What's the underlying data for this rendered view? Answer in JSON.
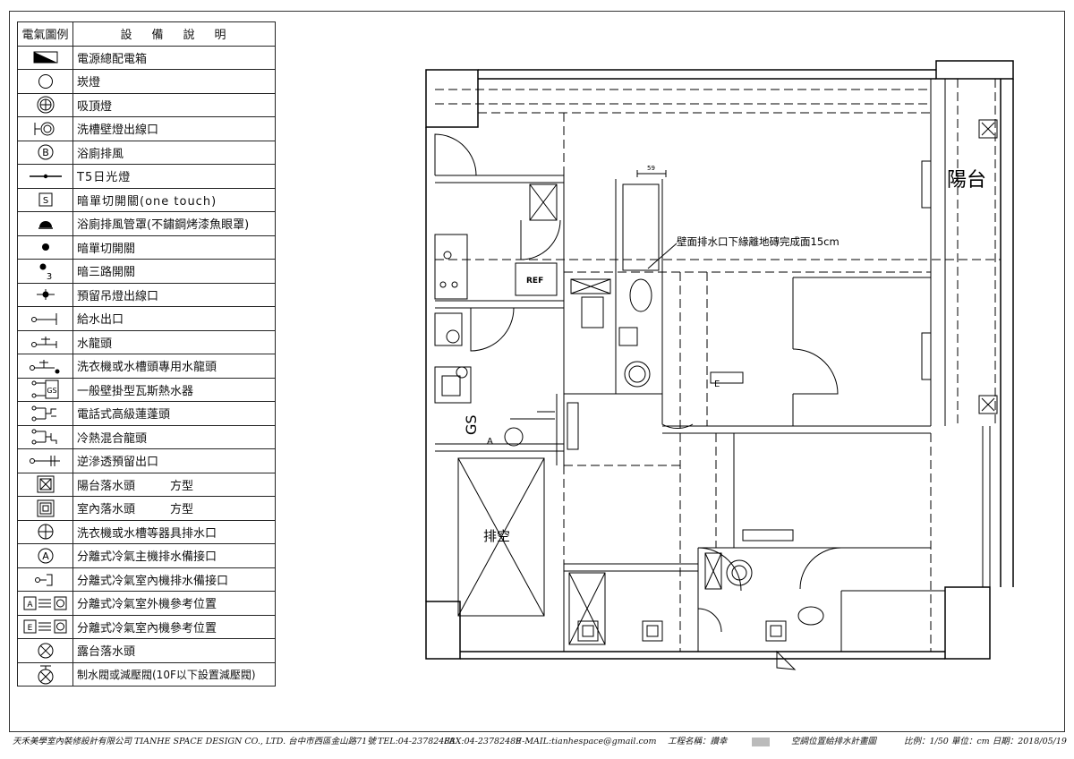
{
  "legend": {
    "header_symbol": "電氣圖例",
    "header_desc": "設備說明",
    "rows": [
      {
        "icon": "panel-box-icon",
        "label": "電源總配電箱"
      },
      {
        "icon": "circle-lamp-icon",
        "label": "崁燈"
      },
      {
        "icon": "ceiling-lamp-icon",
        "label": "吸頂燈"
      },
      {
        "icon": "sink-wall-lamp-outlet-icon",
        "label": "洗槽壁燈出線口"
      },
      {
        "icon": "bath-exhaust-icon",
        "label": "浴廁排風"
      },
      {
        "icon": "t5-tube-light-icon",
        "label": "T5日光燈"
      },
      {
        "icon": "one-touch-switch-icon",
        "label": "暗單切開關(one touch)"
      },
      {
        "icon": "exhaust-hood-icon",
        "label": "浴廁排風管罩(不鏽鋼烤漆魚眼罩)"
      },
      {
        "icon": "single-switch-icon",
        "label": "暗單切開關"
      },
      {
        "icon": "three-way-switch-icon",
        "label": "暗三路開關"
      },
      {
        "icon": "pendant-outlet-icon",
        "label": "預留吊燈出線口"
      },
      {
        "icon": "water-supply-outlet-icon",
        "label": "給水出口"
      },
      {
        "icon": "faucet-icon",
        "label": "水龍頭"
      },
      {
        "icon": "washer-faucet-icon",
        "label": "洗衣機或水槽頭專用水龍頭"
      },
      {
        "icon": "gas-heater-icon",
        "label": "一般壁掛型瓦斯熱水器"
      },
      {
        "icon": "telephone-shower-icon",
        "label": "電話式高級蓮蓬頭"
      },
      {
        "icon": "mixer-faucet-icon",
        "label": "冷熱混合龍頭"
      },
      {
        "icon": "ro-outlet-icon",
        "label": "逆滲透預留出口"
      },
      {
        "icon": "balcony-drain-icon",
        "label": "陽台落水頭　　　方型"
      },
      {
        "icon": "indoor-drain-icon",
        "label": "室內落水頭　　　方型"
      },
      {
        "icon": "washer-drain-icon",
        "label": "洗衣機或水槽等器具排水口"
      },
      {
        "icon": "ac-outdoor-drain-icon",
        "label": "分離式冷氣主機排水備接口"
      },
      {
        "icon": "ac-indoor-drain-icon",
        "label": "分離式冷氣室內機排水備接口"
      },
      {
        "icon": "ac-outdoor-unit-icon",
        "label": "分離式冷氣室外機參考位置"
      },
      {
        "icon": "ac-indoor-unit-icon",
        "label": "分離式冷氣室內機參考位置"
      },
      {
        "icon": "terrace-drain-icon",
        "label": "露台落水頭"
      },
      {
        "icon": "check-valve-icon",
        "label": "制水閥或減壓閥(10F以下設置減壓閥)"
      }
    ]
  },
  "plan": {
    "balcony_label": "陽台",
    "airshaft_label": "排空",
    "fridge_label": "REF",
    "gas_label": "GS",
    "dimension_label": "59",
    "note_label": "壁面排水口下緣離地磚完成面15cm",
    "unit_a": "A",
    "unit_e": "E"
  },
  "footer": {
    "company": "天禾美學室內裝修設計有限公司 TIANHE SPACE DESIGN CO., LTD. 台中市西區金山路71號",
    "tel": "TEL:04-23782488",
    "fax": "FAX:04-23782489",
    "email": "E-MAIL:tianhespace@gmail.com",
    "project": "工程名稱：讚幸",
    "drawing": "空調位置給排水計畫圖",
    "scale": "比例：1/50 單位：cm 日期：2018/05/19"
  }
}
